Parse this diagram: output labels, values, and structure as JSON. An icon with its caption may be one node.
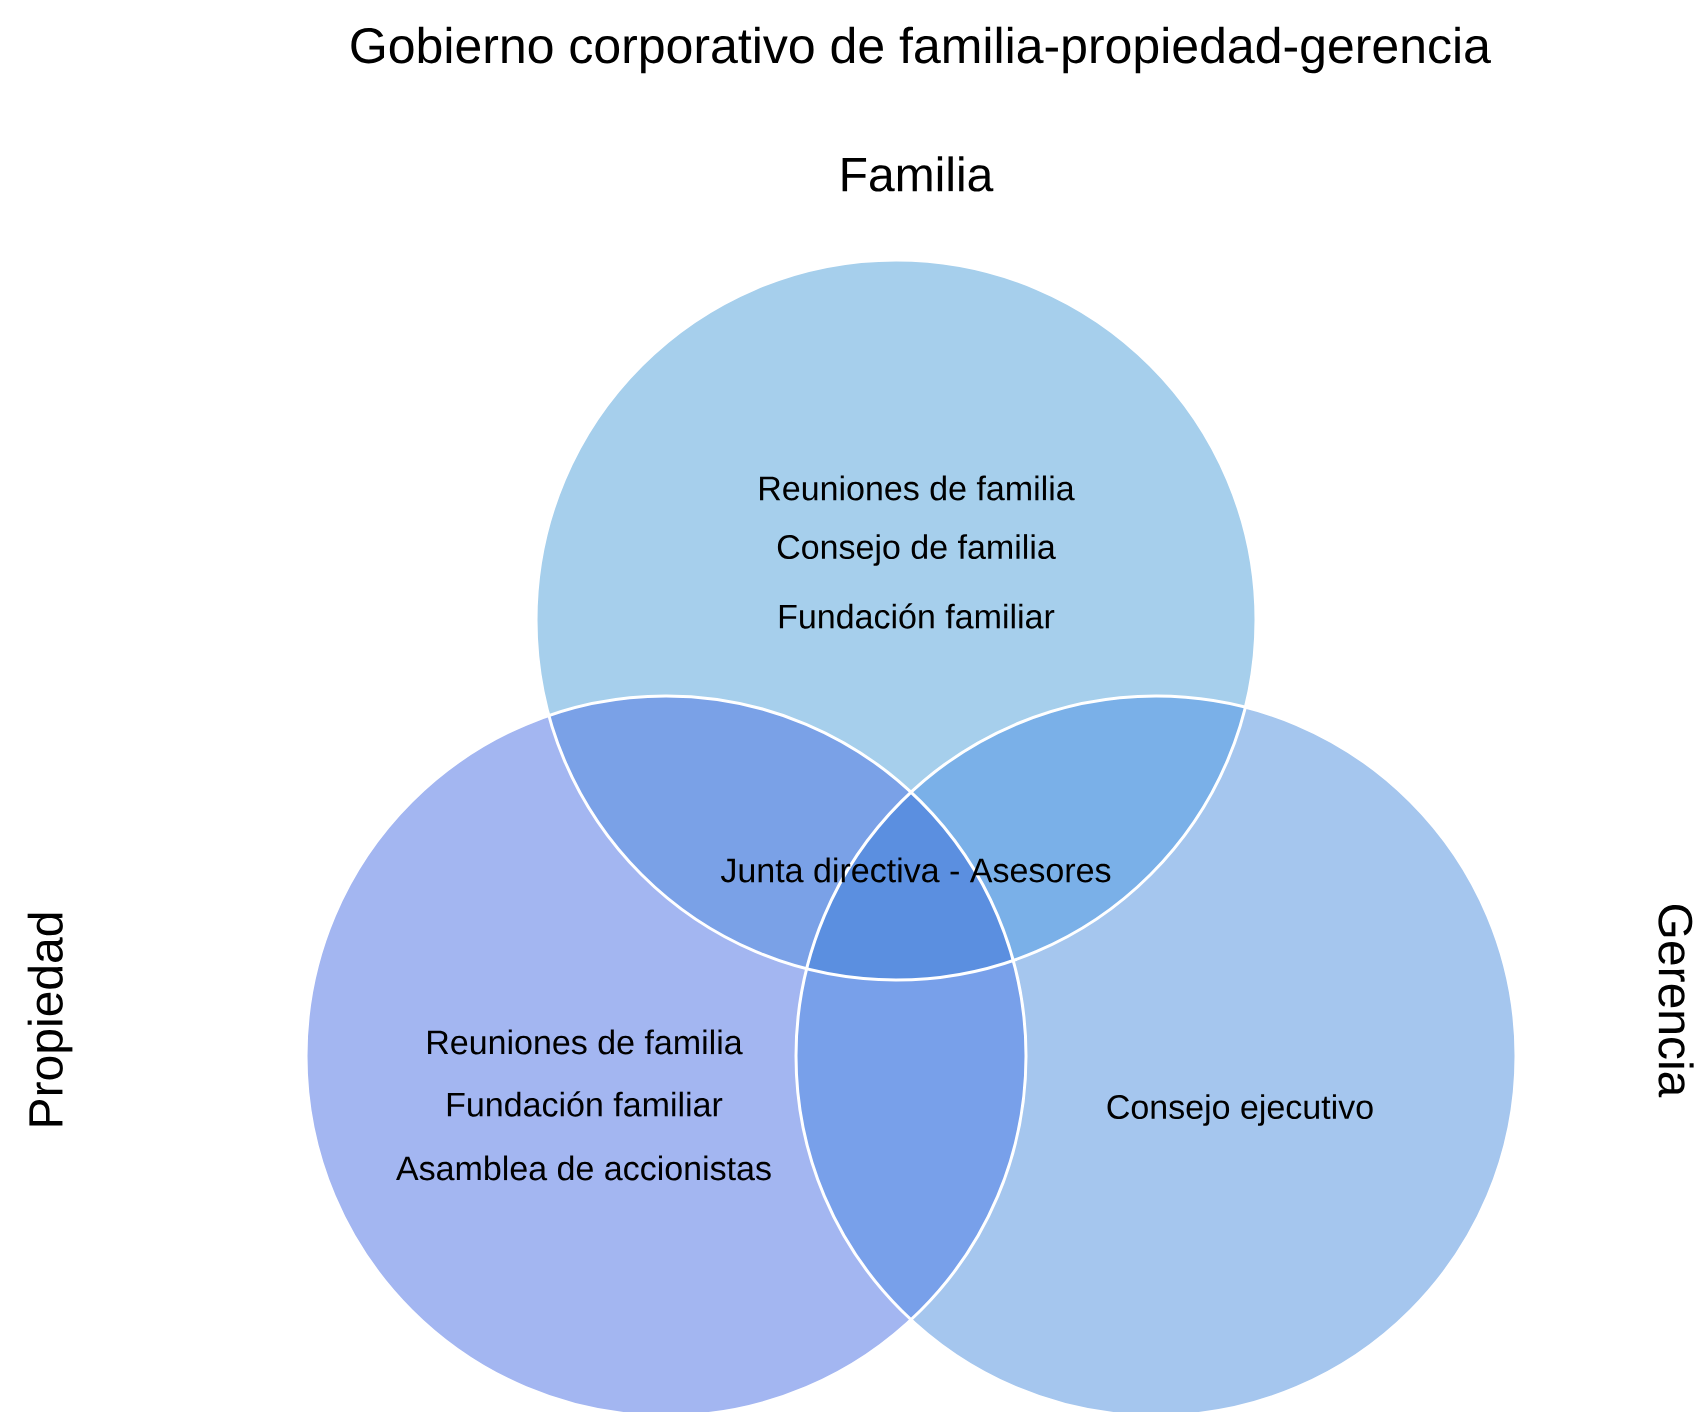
{
  "diagram": {
    "title": "Gobierno corporativo de familia-propiedad-gerencia",
    "nodes": [
      {
        "text": [
          "Familia",
          "Reuniones de familia",
          "Consejo de familia",
          "Fundación familiar"
        ]
      },
      {
        "text": [
          "Propiedad",
          "Reuniones de familia",
          "Fundación familiar",
          "Asamblea de accionistas"
        ]
      },
      {
        "text": [
          "Gerencia",
          "Consejo ejecutivo"
        ]
      }
    ],
    "labels": [
      "Junta directiva - Asesores"
    ]
  }
}
